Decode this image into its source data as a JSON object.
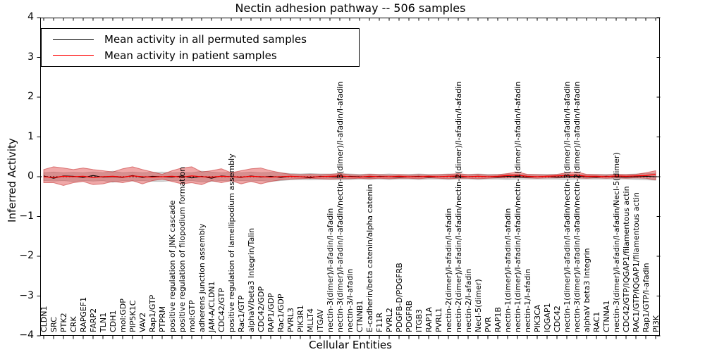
{
  "title": "Nectin adhesion pathway -- 506 samples",
  "legend": {
    "permuted_label": "Mean activity in all permuted samples",
    "patient_label": "Mean activity in patient samples"
  },
  "axes": {
    "xlabel": "Cellular Entities",
    "ylabel": "Inferred Activity",
    "yticks": [
      "4",
      "3",
      "2",
      "1",
      "0",
      "−1",
      "−2",
      "−3",
      "−4"
    ],
    "ylim": [
      -4,
      4
    ]
  },
  "colors": {
    "patient_line": "#ff0000",
    "permuted_line": "#000000",
    "patient_band_fill": "rgba(219,48,48,0.42)",
    "patient_band_edge": "rgba(195,40,40,0.55)",
    "permuted_band_fill": "rgba(160,160,160,0.45)",
    "zero_line": "#000000"
  },
  "chart_data": {
    "type": "line",
    "title": "Nectin adhesion pathway -- 506 samples",
    "xlabel": "Cellular Entities",
    "ylabel": "Inferred Activity",
    "ylim": [
      -4,
      4
    ],
    "grid": false,
    "legend_position": "upper left",
    "categories": [
      "CLDN1",
      "SRC",
      "PTK2",
      "CRK",
      "RAPGEF1",
      "FARP2",
      "TLN1",
      "CDH1",
      "mol:GDP",
      "PIP5K1C",
      "VAV2",
      "Rap1/GTP",
      "PTPRM",
      "positive regulation of JNK cascade",
      "positive regulation of filopodium formation",
      "mol:GTP",
      "adherens junction assembly",
      "JAM-A/CLDN1",
      "CDC42/GTP",
      "positive regulation of lamellipodium assembly",
      "Rac1/GTP",
      "alphaV/beta3 Integrin/Talin",
      "CDC42/GDP",
      "RAP1/GDP",
      "Rac1/GDP",
      "PVRL3",
      "PIK3R1",
      "MLLT4",
      "ITGAV",
      "nectin-3(dimer)/I-afadin/I-afadin",
      "nectin-3(dimer)/I-afadin/I-afadin/nectin-3(dimer)/I-afadin/I-afadin",
      "nectin-3/I-afadin",
      "CTNNB1",
      "E-cadherin/beta catenin/alpha catenin",
      "F11R",
      "PVRL2",
      "PDGFB-D/PDGFRB",
      "PDGFRB",
      "ITGB3",
      "RAP1A",
      "PVRL1",
      "nectin-2(dimer)/I-afadin/I-afadin",
      "nectin-2(dimer)/I-afadin/I-afadin/nectin-2(dimer)/I-afadin/I-afadin",
      "nectin-2/I-afadin",
      "Necl-5(dimer)",
      "PVR",
      "RAP1B",
      "nectin-1(dimer)/I-afadin/I-afadin",
      "nectin-1(dimer)/I-afadin/I-afadin/nectin-1(dimer)/I-afadin/I-afadin",
      "nectin-1/I-afadin",
      "PIK3CA",
      "IQGAP1",
      "CDC42",
      "nectin-1(dimer)/I-afadin/I-afadin/nectin-3(dimer)/I-afadin/I-afadin",
      "nectin-3(dimer)/I-afadin/I-afadin/nectin-2(dimer)/I-afadin/I-afadin",
      "alphaV beta3 Integrin",
      "RAC1",
      "CTNNA1",
      "nectin-3(dimer)/I-afadin/I-afadin/Necl-5(dimer)",
      "CDC42/GTP/IQGAP1/filamentous actin",
      "RAC1/GTP/IQGAP1/filamentous actin",
      "Rap1/GTP/I-afadin",
      "PI3K"
    ],
    "series": [
      {
        "name": "Mean activity in all permuted samples",
        "role": "permuted_mean",
        "color": "#000000",
        "values": [
          0.02,
          -0.04,
          0.02,
          0.01,
          -0.02,
          0.03,
          -0.01,
          0.0,
          -0.02,
          0.03,
          -0.02,
          0.01,
          0.0,
          -0.01,
          0.02,
          -0.03,
          0.01,
          -0.04,
          0.02,
          0.0,
          -0.02,
          0.02,
          -0.01,
          0.01,
          -0.02,
          0.01,
          0.0,
          -0.03,
          0.01,
          0.0,
          -0.01,
          0.01,
          0.0,
          -0.01,
          0.01,
          0.0,
          -0.01,
          0.0,
          0.01,
          -0.01,
          0.0,
          0.01,
          -0.01,
          0.0,
          0.01,
          0.0,
          -0.01,
          0.01,
          0.0,
          -0.01,
          0.0,
          0.01,
          -0.01,
          0.0,
          0.01,
          0.0,
          -0.01,
          0.01,
          0.0,
          -0.01,
          0.0,
          0.01,
          0.0
        ]
      },
      {
        "name": "Mean activity in patient samples",
        "role": "patient_mean",
        "color": "#ff0000",
        "values": [
          0.0,
          -0.02,
          0.01,
          0.0,
          0.01,
          -0.02,
          0.0,
          0.01,
          -0.01,
          0.02,
          0.0,
          -0.01,
          0.0,
          0.01,
          -0.01,
          0.02,
          0.0,
          -0.01,
          0.01,
          0.0,
          -0.01,
          0.01,
          0.0,
          -0.01,
          0.0,
          0.01,
          0.0,
          -0.01,
          0.0,
          0.01,
          0.02,
          0.0,
          -0.01,
          0.01,
          0.0,
          0.0,
          0.01,
          0.0,
          0.0,
          0.01,
          0.0,
          0.01,
          0.02,
          0.0,
          0.01,
          0.0,
          0.01,
          0.03,
          0.04,
          0.01,
          0.0,
          0.01,
          0.02,
          0.03,
          0.04,
          0.01,
          0.01,
          0.0,
          0.02,
          0.01,
          0.02,
          0.03,
          0.06
        ]
      },
      {
        "name": "patient band upper",
        "role": "patient_upper",
        "values": [
          0.18,
          0.25,
          0.22,
          0.18,
          0.22,
          0.18,
          0.15,
          0.12,
          0.2,
          0.25,
          0.18,
          0.12,
          0.06,
          0.15,
          0.22,
          0.25,
          0.12,
          0.15,
          0.2,
          0.1,
          0.15,
          0.2,
          0.22,
          0.15,
          0.1,
          0.06,
          0.05,
          0.06,
          0.05,
          0.06,
          0.08,
          0.05,
          0.04,
          0.06,
          0.05,
          0.04,
          0.05,
          0.04,
          0.05,
          0.04,
          0.05,
          0.06,
          0.08,
          0.05,
          0.06,
          0.04,
          0.05,
          0.08,
          0.12,
          0.06,
          0.05,
          0.04,
          0.06,
          0.1,
          0.12,
          0.06,
          0.05,
          0.04,
          0.06,
          0.05,
          0.06,
          0.1,
          0.15
        ]
      },
      {
        "name": "patient band lower",
        "role": "patient_lower",
        "values": [
          -0.15,
          -0.15,
          -0.22,
          -0.15,
          -0.12,
          -0.2,
          -0.18,
          -0.12,
          -0.15,
          -0.1,
          -0.18,
          -0.1,
          -0.06,
          -0.12,
          -0.18,
          -0.15,
          -0.2,
          -0.1,
          -0.15,
          -0.1,
          -0.18,
          -0.12,
          -0.18,
          -0.12,
          -0.08,
          -0.06,
          -0.05,
          -0.04,
          -0.05,
          -0.06,
          -0.05,
          -0.05,
          -0.04,
          -0.05,
          -0.04,
          -0.05,
          -0.04,
          -0.04,
          -0.05,
          -0.03,
          -0.04,
          -0.05,
          -0.04,
          -0.04,
          -0.05,
          -0.04,
          -0.03,
          -0.03,
          -0.02,
          -0.03,
          -0.04,
          -0.03,
          -0.03,
          -0.02,
          -0.03,
          -0.04,
          -0.03,
          -0.04,
          -0.03,
          -0.04,
          -0.03,
          -0.04,
          -0.08
        ]
      },
      {
        "name": "permuted band upper",
        "role": "permuted_upper",
        "values": [
          0.1,
          0.12,
          0.1,
          0.11,
          0.1,
          0.12,
          0.1,
          0.14,
          0.1,
          0.12,
          0.1,
          0.11,
          0.12,
          0.1,
          0.11,
          0.1,
          0.14,
          0.12,
          0.1,
          0.11,
          0.1,
          0.12,
          0.1,
          0.11,
          0.1,
          0.08,
          0.07,
          0.08,
          0.07,
          0.07,
          0.08,
          0.07,
          0.06,
          0.07,
          0.06,
          0.07,
          0.06,
          0.06,
          0.07,
          0.06,
          0.06,
          0.07,
          0.06,
          0.06,
          0.07,
          0.06,
          0.06,
          0.07,
          0.06,
          0.06,
          0.06,
          0.06,
          0.06,
          0.07,
          0.06,
          0.06,
          0.06,
          0.06,
          0.06,
          0.06,
          0.07,
          0.08,
          0.09
        ]
      },
      {
        "name": "permuted band lower",
        "role": "permuted_lower",
        "values": [
          -0.1,
          -0.11,
          -0.1,
          -0.12,
          -0.1,
          -0.11,
          -0.1,
          -0.14,
          -0.1,
          -0.11,
          -0.1,
          -0.12,
          -0.12,
          -0.1,
          -0.11,
          -0.1,
          -0.13,
          -0.12,
          -0.1,
          -0.11,
          -0.1,
          -0.11,
          -0.1,
          -0.12,
          -0.1,
          -0.08,
          -0.07,
          -0.08,
          -0.07,
          -0.07,
          -0.08,
          -0.07,
          -0.06,
          -0.07,
          -0.06,
          -0.07,
          -0.06,
          -0.06,
          -0.07,
          -0.06,
          -0.06,
          -0.07,
          -0.06,
          -0.06,
          -0.07,
          -0.06,
          -0.06,
          -0.07,
          -0.06,
          -0.06,
          -0.06,
          -0.06,
          -0.06,
          -0.07,
          -0.06,
          -0.06,
          -0.06,
          -0.06,
          -0.06,
          -0.06,
          -0.07,
          -0.08,
          -0.09
        ]
      }
    ],
    "zero_reference_line": 0
  }
}
